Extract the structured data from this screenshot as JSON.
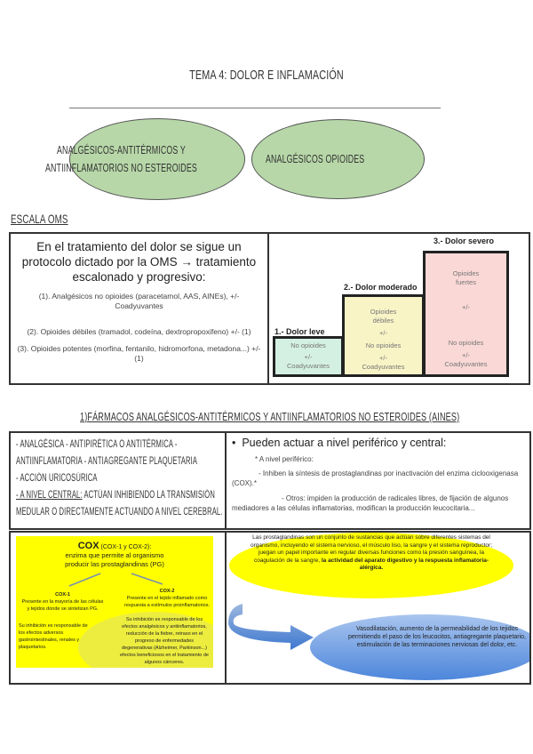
{
  "header": {
    "title": "TEMA 4: DOLOR E INFLAMACIÓN"
  },
  "groups": [
    {
      "label_line1": "ANALGÉSICOS-ANTITÉRMICOS Y",
      "label_line2": "ANTIINFLAMATORIOS NO ESTEROIDES",
      "color": "#b7d7a8"
    },
    {
      "label_line1": "ANALGÉSICOS OPIOIDES",
      "color": "#b7d7a8"
    }
  ],
  "escala": {
    "heading": "ESCALA OMS",
    "intro": "En el tratamiento del dolor se sigue un protocolo dictado por la OMS → tratamiento escalonado y progresivo:",
    "steps": [
      "(1). Analgésicos no opioides (paracetamol, AAS, AINEs), +/- Coadyuvantes",
      "(2). Opioides débiles (tramadol, codeína, dextropropoxifeno) +/- (1)",
      "(3). Opioides potentes (morfina, fentanilo, hidromorfona, metadona...) +/- (1)"
    ],
    "stairs": [
      {
        "label": "1.- Dolor leve",
        "lines": [
          "No opioides",
          "+/-",
          "Coadyuvantes"
        ],
        "color": "#d4f0e2"
      },
      {
        "label": "2.- Dolor moderado",
        "lines": [
          "Opioides débiles",
          "+/-",
          "No opioides",
          "+/-",
          "Coadyuvantes"
        ],
        "color": "#f8f4c6"
      },
      {
        "label": "3.- Dolor severo",
        "lines": [
          "Opioides fuertes",
          "+/-",
          "No opioides",
          "+/-",
          "Coadyuvantes"
        ],
        "color": "#f9d8d6"
      }
    ]
  },
  "aines": {
    "heading": "1)FÁRMACOS ANALGÉSICOS-ANTITÉRMICOS Y ANTIINFLAMATORIOS NO ESTEROIDES (AINES)",
    "actions": [
      "- Analgésica - Antipirética o antitérmica -",
      "Antiinflamatoria - Antiagregante plaquetaria",
      "- Acción uricosúrica"
    ],
    "central_label": "- A nivel central:",
    "central_text_1": " Actúan inhibiendo la transmisión",
    "central_text_2": "medular o directamente actuando a nivel cerebral.",
    "right_bullet": "Pueden actuar a nivel periférico y central:",
    "peripheral": "* A nivel periférico:",
    "peripheral_1": "- Inhiben la síntesis de prostaglandinas por inactivación del enzima ciclooxigenasa (COX).*",
    "peripheral_2": "- Otros: impiden la producción de radicales libres, de fijación de algunos mediadores a las células inflamatorias, modifican la producción leucocitaria..."
  },
  "cox": {
    "title": "COX",
    "title_suffix": " (COX-1 y COX-2):",
    "subtitle": "enzima que permite al organismo producir las prostaglandinas (PG)",
    "cox1_title": "COX-1",
    "cox1_text": "Presente en la mayoría de las células y tejidos donde se sintetizan PG.",
    "cox1_effects": "Su inhibición es responsable de los efectos adversos gastrointestinales, renales y plaquetarios.",
    "cox2_title": "COX-2",
    "cox2_text": "Presente en el tejido inflamado como respuesta a estímulos proinflamatorios.",
    "cox2_effects": "Su inhibición es responsable de los efectos analgésicos y antiinflamatorios, reducción de la fiebre, retraso en el progreso de enfermedades degenerativas (Alzheimer, Parkinson...) efectos beneficiosos en el tratamiento de algunos cánceres.",
    "color": "#ffff00"
  },
  "pg": {
    "text_normal": "Las prostaglandinas son un conjunto de sustancias que actúan sobre diferentes sistemas del organismo, incluyendo el sistema nervioso, el músculo liso, la sangre y el sistema reproductor; juegan un papel importante en regular diversas funciones como la presión sanguínea, la coagulación de la sangre, ",
    "text_bold": "la actividad del aparato digestivo y la respuesta inflamatoria-alérgica.",
    "effects": "Vasodilatación, aumento de la permeabilidad de los tejidos permitiendo el paso de los leucocitos, antiagregante plaquetario, estimulación de las terminaciones nerviosas del dolor, etc.",
    "yellow": "#ffff00",
    "blue": "#6f9fe0"
  }
}
